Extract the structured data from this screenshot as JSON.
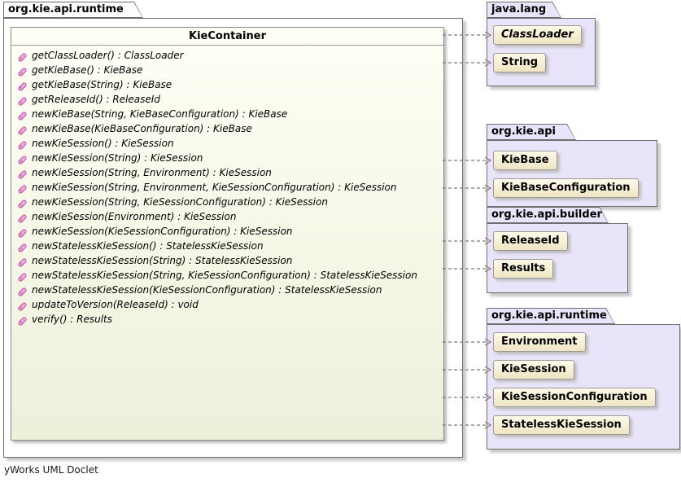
{
  "diagram": {
    "footer_text": "yWorks UML Doclet",
    "main_package": {
      "name": "org.kie.api.runtime",
      "class": {
        "name": "KieContainer",
        "methods": [
          "getClassLoader() : ClassLoader",
          "getKieBase() : KieBase",
          "getKieBase(String) : KieBase",
          "getReleaseId() : ReleaseId",
          "newKieBase(String, KieBaseConfiguration) : KieBase",
          "newKieBase(KieBaseConfiguration) : KieBase",
          "newKieSession() : KieSession",
          "newKieSession(String) : KieSession",
          "newKieSession(String, Environment) : KieSession",
          "newKieSession(String, Environment, KieSessionConfiguration) : KieSession",
          "newKieSession(String, KieSessionConfiguration) : KieSession",
          "newKieSession(Environment) : KieSession",
          "newKieSession(KieSessionConfiguration) : KieSession",
          "newStatelessKieSession() : StatelessKieSession",
          "newStatelessKieSession(String) : StatelessKieSession",
          "newStatelessKieSession(String, KieSessionConfiguration) : StatelessKieSession",
          "newStatelessKieSession(KieSessionConfiguration) : StatelessKieSession",
          "updateToVersion(ReleaseId) : void",
          "verify() : Results"
        ]
      }
    },
    "dependency_packages": [
      {
        "name": "java.lang",
        "types": [
          {
            "label": "ClassLoader",
            "abstract": true
          },
          {
            "label": "String",
            "abstract": false
          }
        ]
      },
      {
        "name": "org.kie.api",
        "types": [
          {
            "label": "KieBase",
            "abstract": false
          },
          {
            "label": "KieBaseConfiguration",
            "abstract": false
          }
        ]
      },
      {
        "name": "org.kie.api.builder",
        "types": [
          {
            "label": "ReleaseId",
            "abstract": false
          },
          {
            "label": "Results",
            "abstract": false
          }
        ]
      },
      {
        "name": "org.kie.api.runtime",
        "types": [
          {
            "label": "Environment",
            "abstract": false
          },
          {
            "label": "KieSession",
            "abstract": false
          },
          {
            "label": "KieSessionConfiguration",
            "abstract": false
          },
          {
            "label": "StatelessKieSession",
            "abstract": false
          }
        ]
      }
    ],
    "colors": {
      "package_fill": "#e9e4f9",
      "package_border": "#6e6e6e",
      "class_fill_top": "#fffff6",
      "class_fill_bottom": "#eef0da",
      "type_fill_top": "#fefae9",
      "type_fill_bottom": "#efe5c3",
      "method_icon": "#f5a9e1",
      "method_icon_border": "#b8579f",
      "arrow": "#7a7a7a"
    }
  }
}
